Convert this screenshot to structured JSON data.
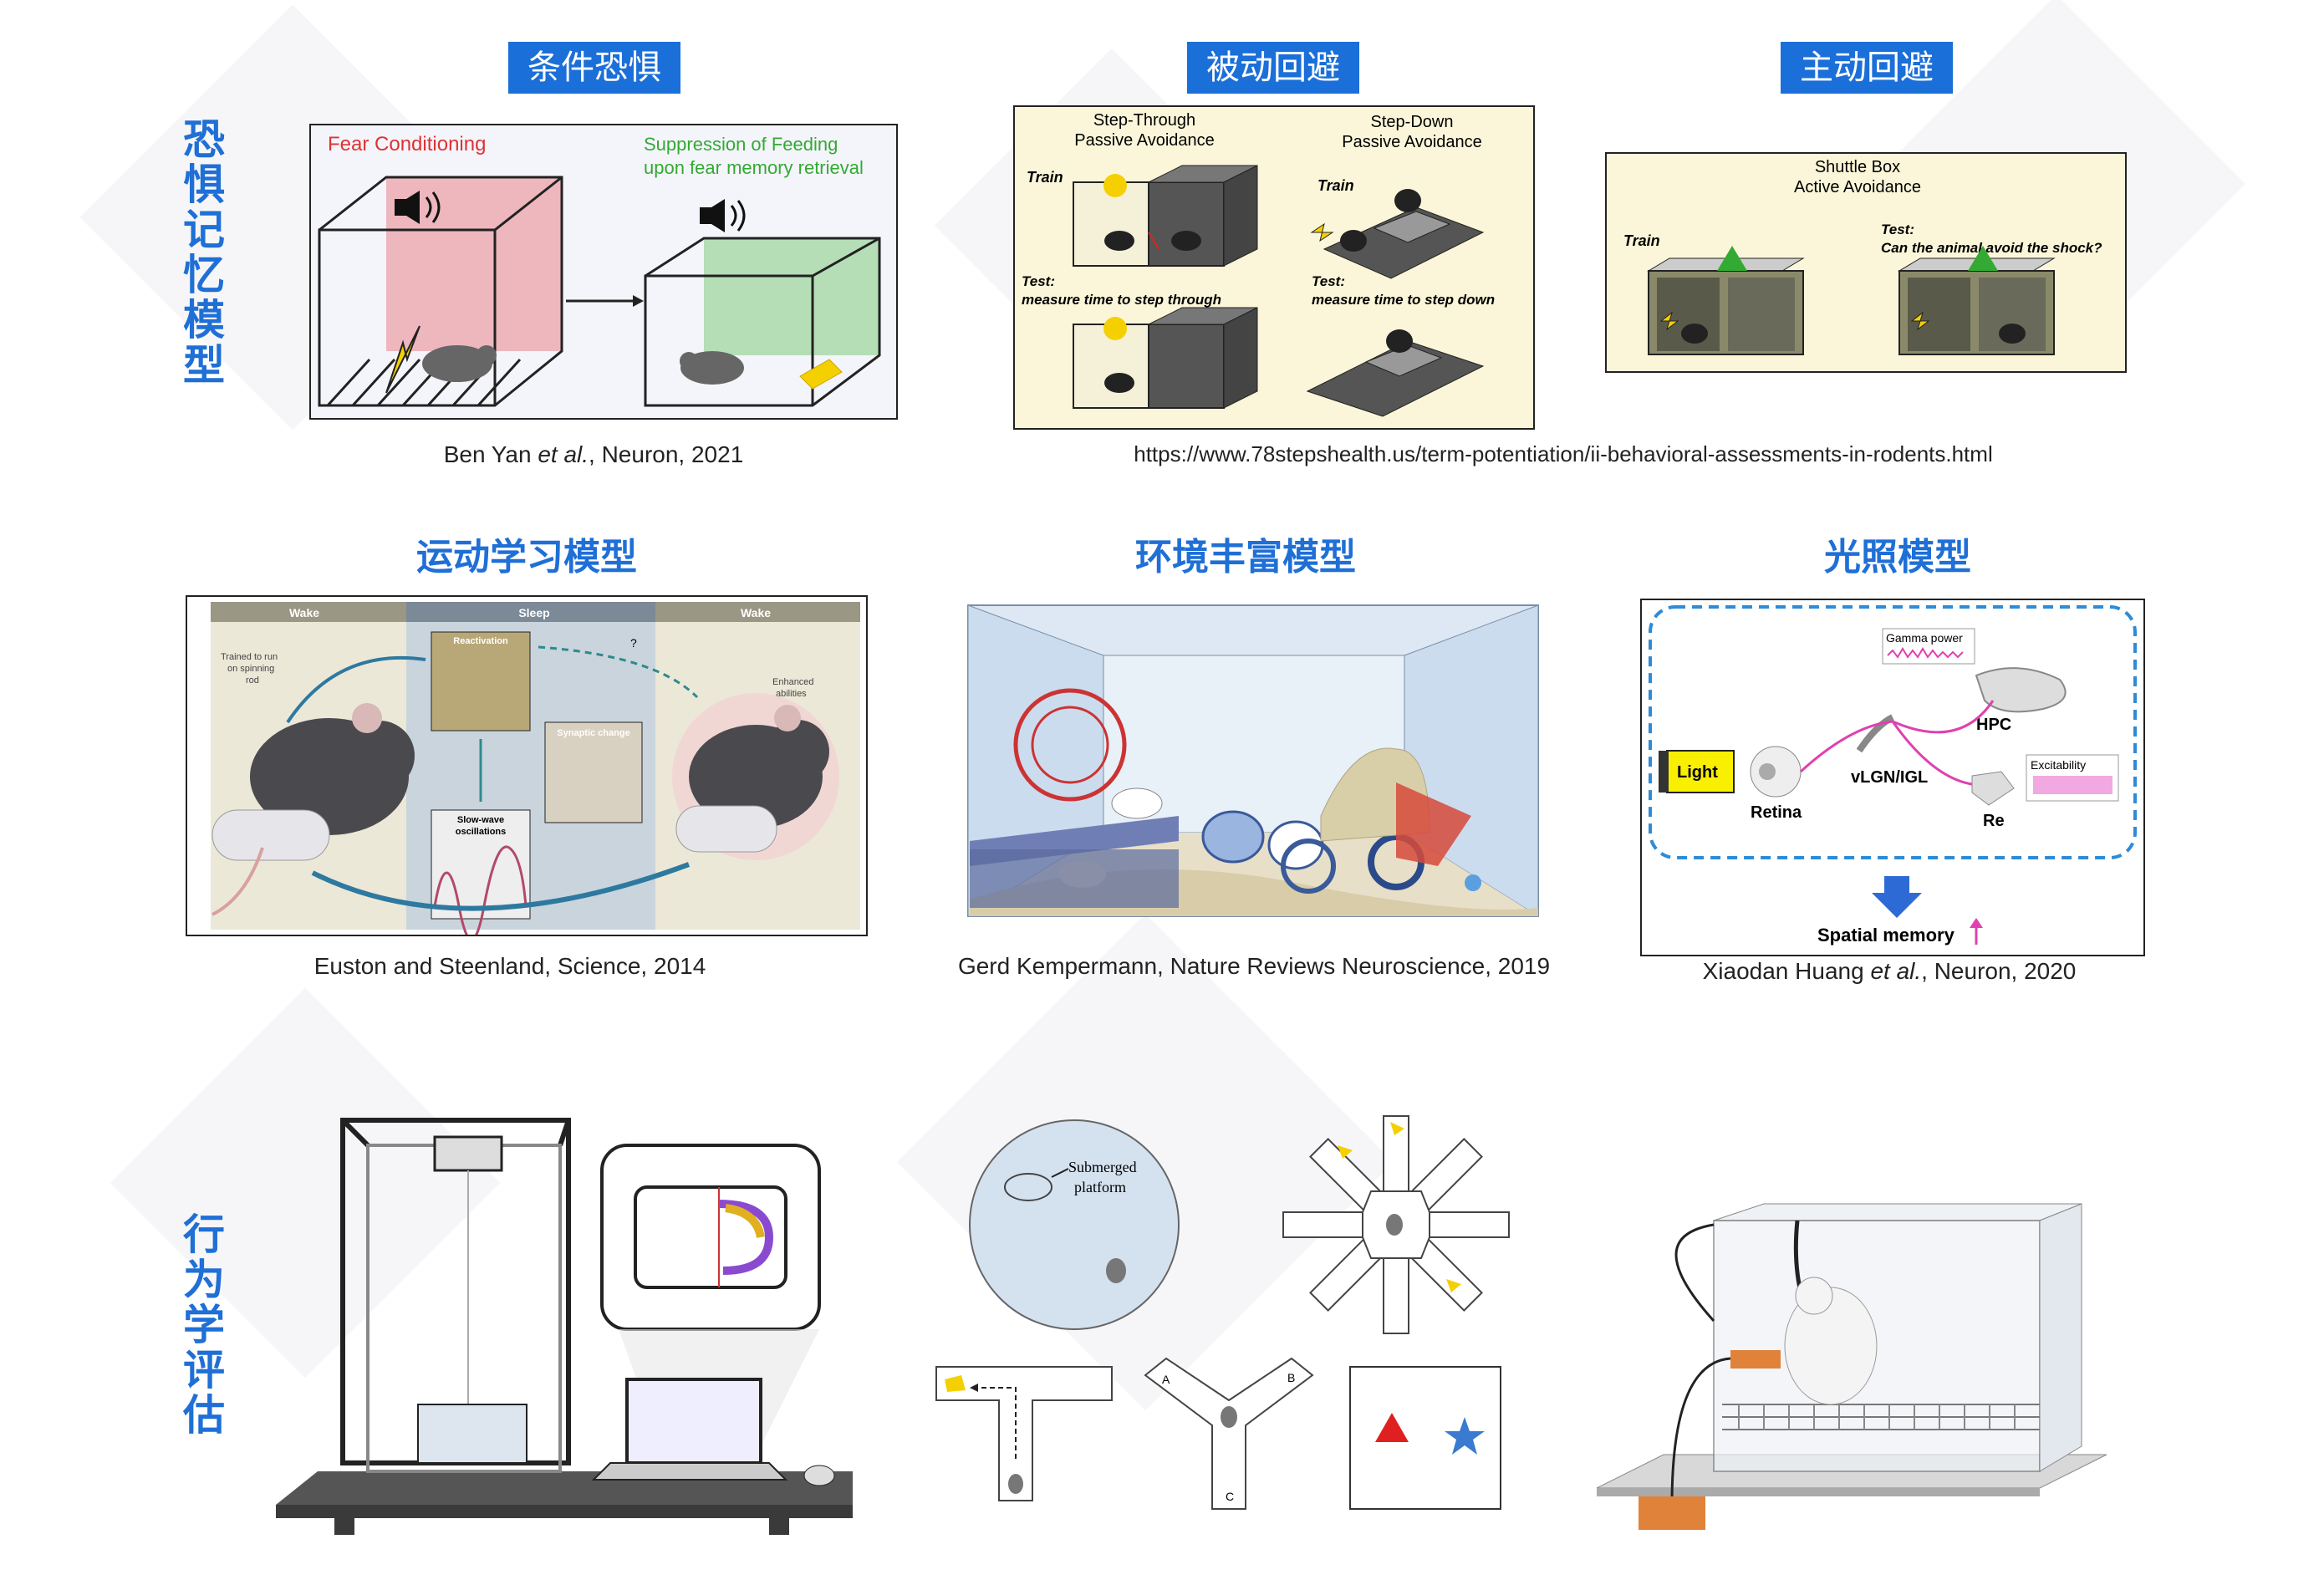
{
  "categories": {
    "fear_memory": "恐惧记忆模型",
    "behavior": "行为学评估"
  },
  "row1": {
    "tag1": "条件恐惧",
    "tag2": "被动回避",
    "tag3": "主动回避",
    "panel1": {
      "left_title": "Fear Conditioning",
      "right_title_1": "Suppression of Feeding",
      "right_title_2": "upon fear memory retrieval"
    },
    "panel2": {
      "step_through_1": "Step-Through",
      "step_through_2": "Passive Avoidance",
      "step_down_1": "Step-Down",
      "step_down_2": "Passive Avoidance",
      "train": "Train",
      "test_label": "Test:",
      "test_through": "measure time to step through",
      "test_down": "measure time to step down"
    },
    "panel3": {
      "title_1": "Shuttle Box",
      "title_2": "Active Avoidance",
      "train": "Train",
      "test_label": "Test:",
      "test_q": "Can the animal avoid the shock?"
    },
    "caption1_a": "Ben Yan ",
    "caption1_b": "et al.",
    "caption1_c": ", Neuron, 2021",
    "caption2": "https://www.78stepshealth.us/term-potentiation/ii-behavioral-assessments-in-rodents.html"
  },
  "row2": {
    "heading1": "运动学习模型",
    "heading2": "环境丰富模型",
    "heading3": "光照模型",
    "panel1": {
      "wake_left": "Wake",
      "sleep": "Sleep",
      "wake_right": "Wake",
      "trained_1": "Trained to run",
      "trained_2": "on spinning",
      "trained_3": "rod",
      "reactivation": "Reactivation",
      "synaptic": "Synaptic change",
      "slow_wave_1": "Slow-wave",
      "slow_wave_2": "oscillations",
      "enhanced_1": "Enhanced",
      "enhanced_2": "abilities",
      "q": "?"
    },
    "panel3": {
      "gamma": "Gamma power",
      "hpc": "HPC",
      "light": "Light",
      "retina": "Retina",
      "vlgn": "vLGN/IGL",
      "excitability": "Excitability",
      "re": "Re",
      "spatial": "Spatial memory"
    },
    "caption1": "Euston and Steenland, Science, 2014",
    "caption2": "Gerd Kempermann, Nature Reviews Neuroscience, 2019",
    "caption3_a": "Xiaodan Huang ",
    "caption3_b": "et al.",
    "caption3_c": ", Neuron, 2020"
  },
  "row3": {
    "submerged_1": "Submerged",
    "submerged_2": "platform",
    "ymaze_a": "A",
    "ymaze_b": "B",
    "ymaze_c": "C"
  },
  "colors": {
    "accent_blue": "#1b6fd8",
    "heading_blue": "#1f6fd6",
    "panel_yellow": "#fbf6d9",
    "fear_red": "#e8a0a8",
    "feed_green": "#a8d8a8"
  }
}
